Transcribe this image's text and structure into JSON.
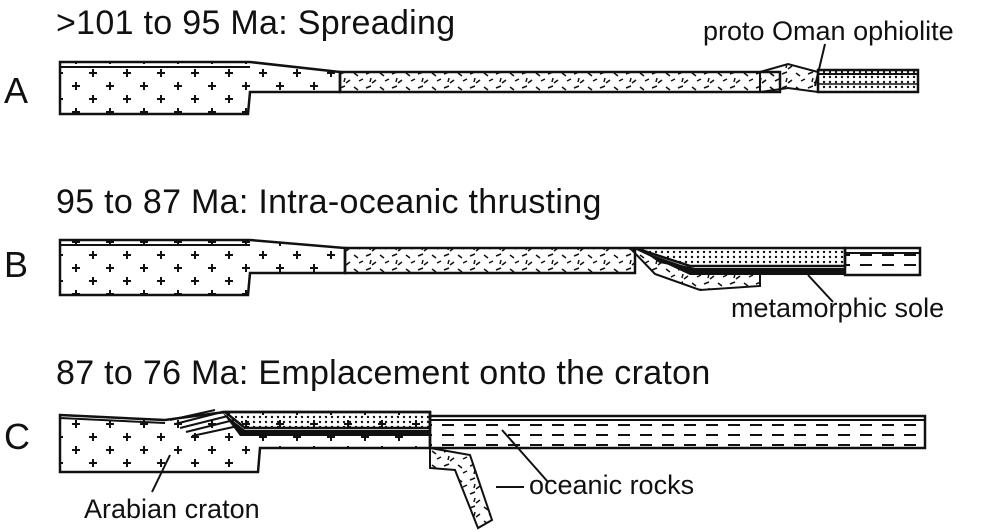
{
  "panels": [
    {
      "label": "A",
      "title": ">101 to 95 Ma: Spreading"
    },
    {
      "label": "B",
      "title": "95 to 87 Ma: Intra-oceanic thrusting"
    },
    {
      "label": "C",
      "title": "87 to 76 Ma: Emplacement onto the craton"
    }
  ],
  "annotations": {
    "proto_ophiolite": "proto Oman ophiolite",
    "metamorphic_sole": "metamorphic sole",
    "oceanic_rocks": "oceanic rocks",
    "arabian_craton": "Arabian craton"
  }
}
